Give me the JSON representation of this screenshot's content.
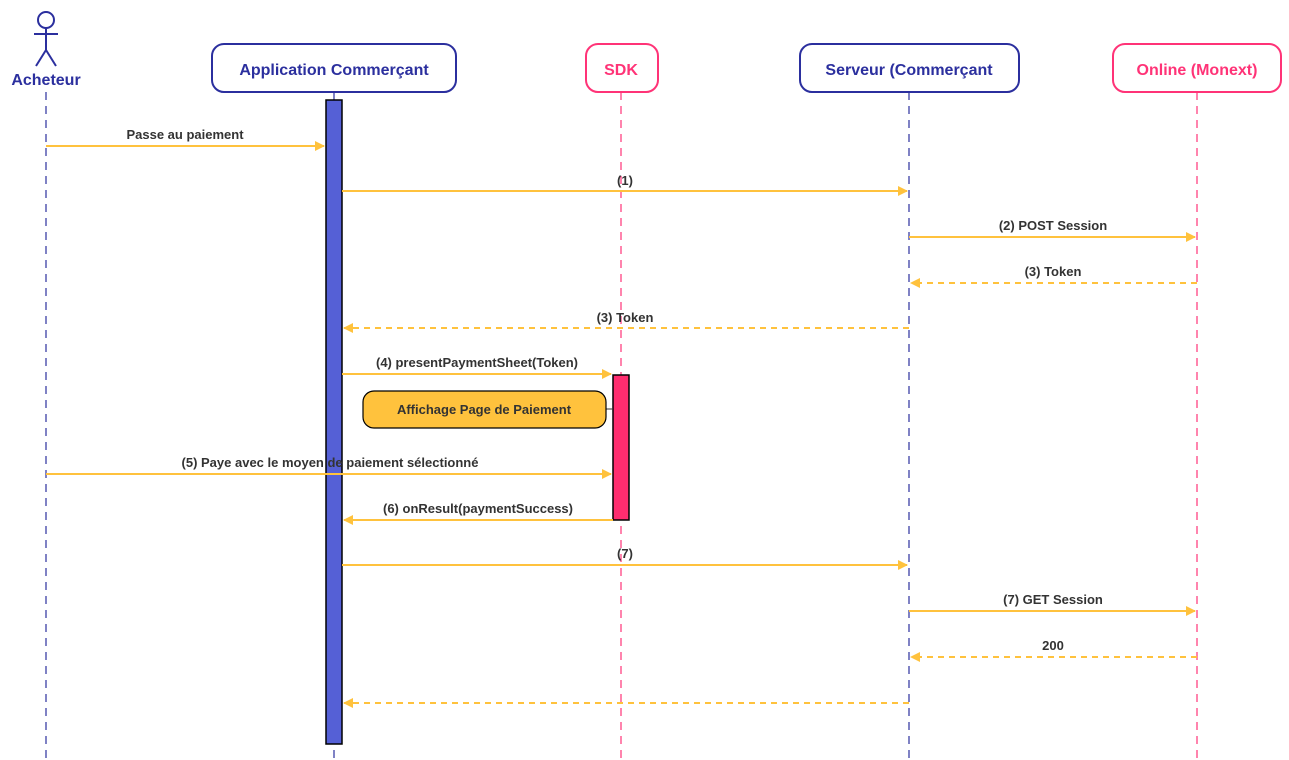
{
  "colors": {
    "blue": "#2b2f9e",
    "pink": "#ff3377",
    "arrow": "#ffc23d",
    "activation_blue": "#5560d6",
    "activation_pink": "#ff2d6f",
    "note_fill": "#ffc23d"
  },
  "actor": {
    "label": "Acheteur",
    "icon": "stick-figure-icon"
  },
  "participants": [
    {
      "id": "app",
      "label": "Application Commerçant",
      "color": "blue"
    },
    {
      "id": "sdk",
      "label": "SDK",
      "color": "pink"
    },
    {
      "id": "server",
      "label": "Serveur (Commerçant",
      "color": "blue"
    },
    {
      "id": "online",
      "label": "Online (Monext)",
      "color": "pink"
    }
  ],
  "messages": [
    {
      "label": "Passe au paiement",
      "from": "acheteur",
      "to": "app",
      "style": "solid"
    },
    {
      "label": "(1)",
      "from": "app",
      "to": "server",
      "style": "solid"
    },
    {
      "label": "(2) POST Session",
      "from": "server",
      "to": "online",
      "style": "solid"
    },
    {
      "label": "(3) Token",
      "from": "online",
      "to": "server",
      "style": "dashed"
    },
    {
      "label": "(3) Token",
      "from": "server",
      "to": "app",
      "style": "dashed"
    },
    {
      "label": "(4) presentPaymentSheet(Token)",
      "from": "app",
      "to": "sdk",
      "style": "solid"
    },
    {
      "label": "(5) Paye avec le moyen de paiement sélectionné",
      "from": "acheteur",
      "to": "sdk",
      "style": "solid"
    },
    {
      "label": "(6) onResult(paymentSuccess)",
      "from": "sdk",
      "to": "app",
      "style": "solid"
    },
    {
      "label": "(7)",
      "from": "app",
      "to": "server",
      "style": "solid"
    },
    {
      "label": "(7) GET Session",
      "from": "server",
      "to": "online",
      "style": "solid"
    },
    {
      "label": "200",
      "from": "online",
      "to": "server",
      "style": "dashed"
    },
    {
      "label": "",
      "from": "server",
      "to": "app",
      "style": "dashed"
    }
  ],
  "note": {
    "label": "Affichage Page de Paiement"
  }
}
